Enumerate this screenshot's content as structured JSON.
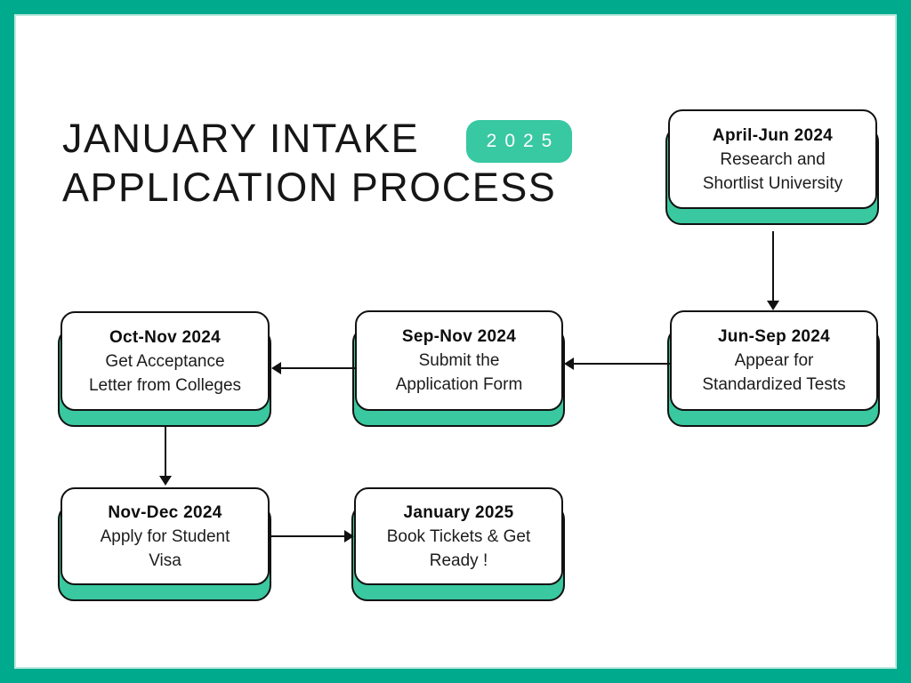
{
  "header": {
    "title_line1": "JANUARY INTAKE",
    "title_line2": "APPLICATION PROCESS",
    "badge_year": "2025"
  },
  "steps": [
    {
      "id": "research-shortlist",
      "date": "April-Jun 2024",
      "line1": "Research and",
      "line2": "Shortlist University"
    },
    {
      "id": "standardized-tests",
      "date": "Jun-Sep 2024",
      "line1": "Appear for",
      "line2": "Standardized Tests"
    },
    {
      "id": "submit-application",
      "date": "Sep-Nov 2024",
      "line1": "Submit the",
      "line2": "Application Form"
    },
    {
      "id": "acceptance-letter",
      "date": "Oct-Nov 2024",
      "line1": "Get Acceptance",
      "line2": "Letter from Colleges"
    },
    {
      "id": "student-visa",
      "date": "Nov-Dec 2024",
      "line1": "Apply for Student",
      "line2": "Visa"
    },
    {
      "id": "book-tickets",
      "date": "January 2025",
      "line1": "Book Tickets & Get",
      "line2": "Ready !"
    }
  ],
  "flow": [
    {
      "from": "research-shortlist",
      "to": "standardized-tests",
      "direction": "down"
    },
    {
      "from": "standardized-tests",
      "to": "submit-application",
      "direction": "left"
    },
    {
      "from": "submit-application",
      "to": "acceptance-letter",
      "direction": "left"
    },
    {
      "from": "acceptance-letter",
      "to": "student-visa",
      "direction": "down"
    },
    {
      "from": "student-visa",
      "to": "book-tickets",
      "direction": "right"
    }
  ],
  "colors": {
    "frame_teal": "#00aa8d",
    "accent_green": "#3ac8a0",
    "card_background": "#ffffff",
    "ink": "#111111"
  }
}
